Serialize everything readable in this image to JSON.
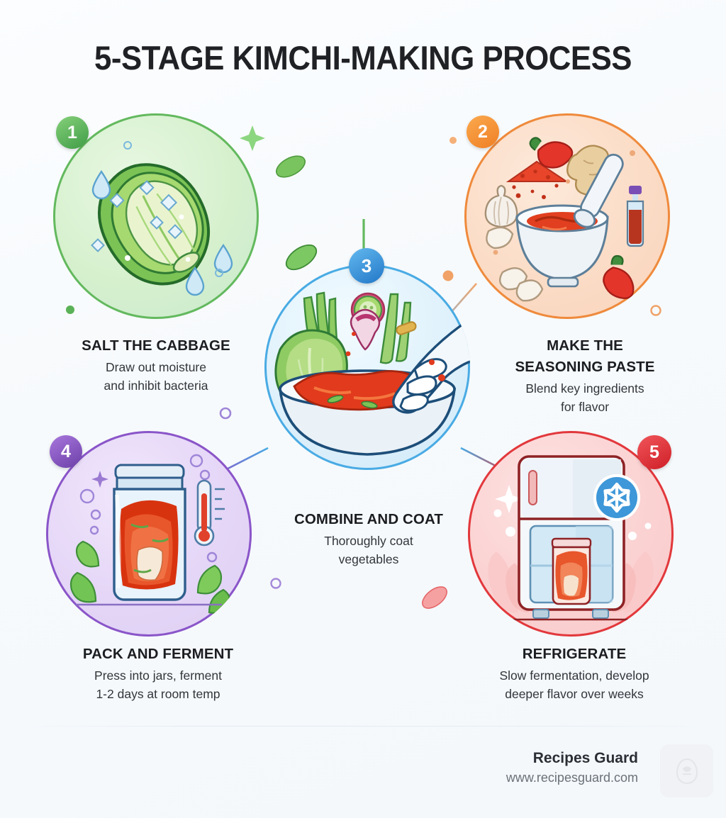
{
  "title": "5-STAGE KIMCHI-MAKING PROCESS",
  "steps": [
    {
      "number": "1",
      "title": "SALT THE CABBAGE",
      "subtitle_line1": "Draw out moisture",
      "subtitle_line2": "and inhibit bacteria",
      "accent": "#63b95e",
      "badge_gradient_from": "#86d07a",
      "badge_gradient_to": "#3f9c46",
      "icon": "napa-cabbage-with-salt-and-water-droplets-icon"
    },
    {
      "number": "2",
      "title_line1": "MAKE THE",
      "title_line2": "SEASONING PASTE",
      "subtitle_line1": "Blend key ingredients",
      "subtitle_line2": "for flavor",
      "accent": "#ef8a3c",
      "badge_gradient_from": "#fba94e",
      "badge_gradient_to": "#ef7f25",
      "icon": "mortar-and-pestle-with-chili-ginger-garlic-icon"
    },
    {
      "number": "3",
      "title": "COMBINE AND COAT",
      "subtitle_line1": "Thoroughly coat",
      "subtitle_line2": "vegetables",
      "accent": "#49abe4",
      "badge_gradient_from": "#63b9ee",
      "badge_gradient_to": "#2277c8",
      "icon": "mixing-bowl-with-gloved-hand-icon"
    },
    {
      "number": "4",
      "title": "PACK AND FERMENT",
      "subtitle_line1": "Press into jars, ferment",
      "subtitle_line2": "1-2 days at room temp",
      "accent": "#8a55c9",
      "badge_gradient_from": "#a877dd",
      "badge_gradient_to": "#6c40a8",
      "icon": "mason-jar-with-thermometer-icon"
    },
    {
      "number": "5",
      "title": "REFRIGERATE",
      "subtitle_line1": "Slow fermentation, develop",
      "subtitle_line2": "deeper flavor over weeks",
      "accent": "#e2383c",
      "badge_gradient_from": "#f0555a",
      "badge_gradient_to": "#cf1f27",
      "icon": "refrigerator-with-kimchi-jar-icon"
    }
  ],
  "footer": {
    "brand": "Recipes Guard",
    "url": "www.recipesguard.com",
    "logo": "recipes-guard-logo-icon"
  },
  "theme": {
    "background": "#f7fafc",
    "title_color": "#1f2124",
    "caption_title_color": "#1b1d20",
    "caption_sub_color": "#32363b",
    "brand_color": "#2b2f35",
    "url_color": "#6b7179"
  }
}
